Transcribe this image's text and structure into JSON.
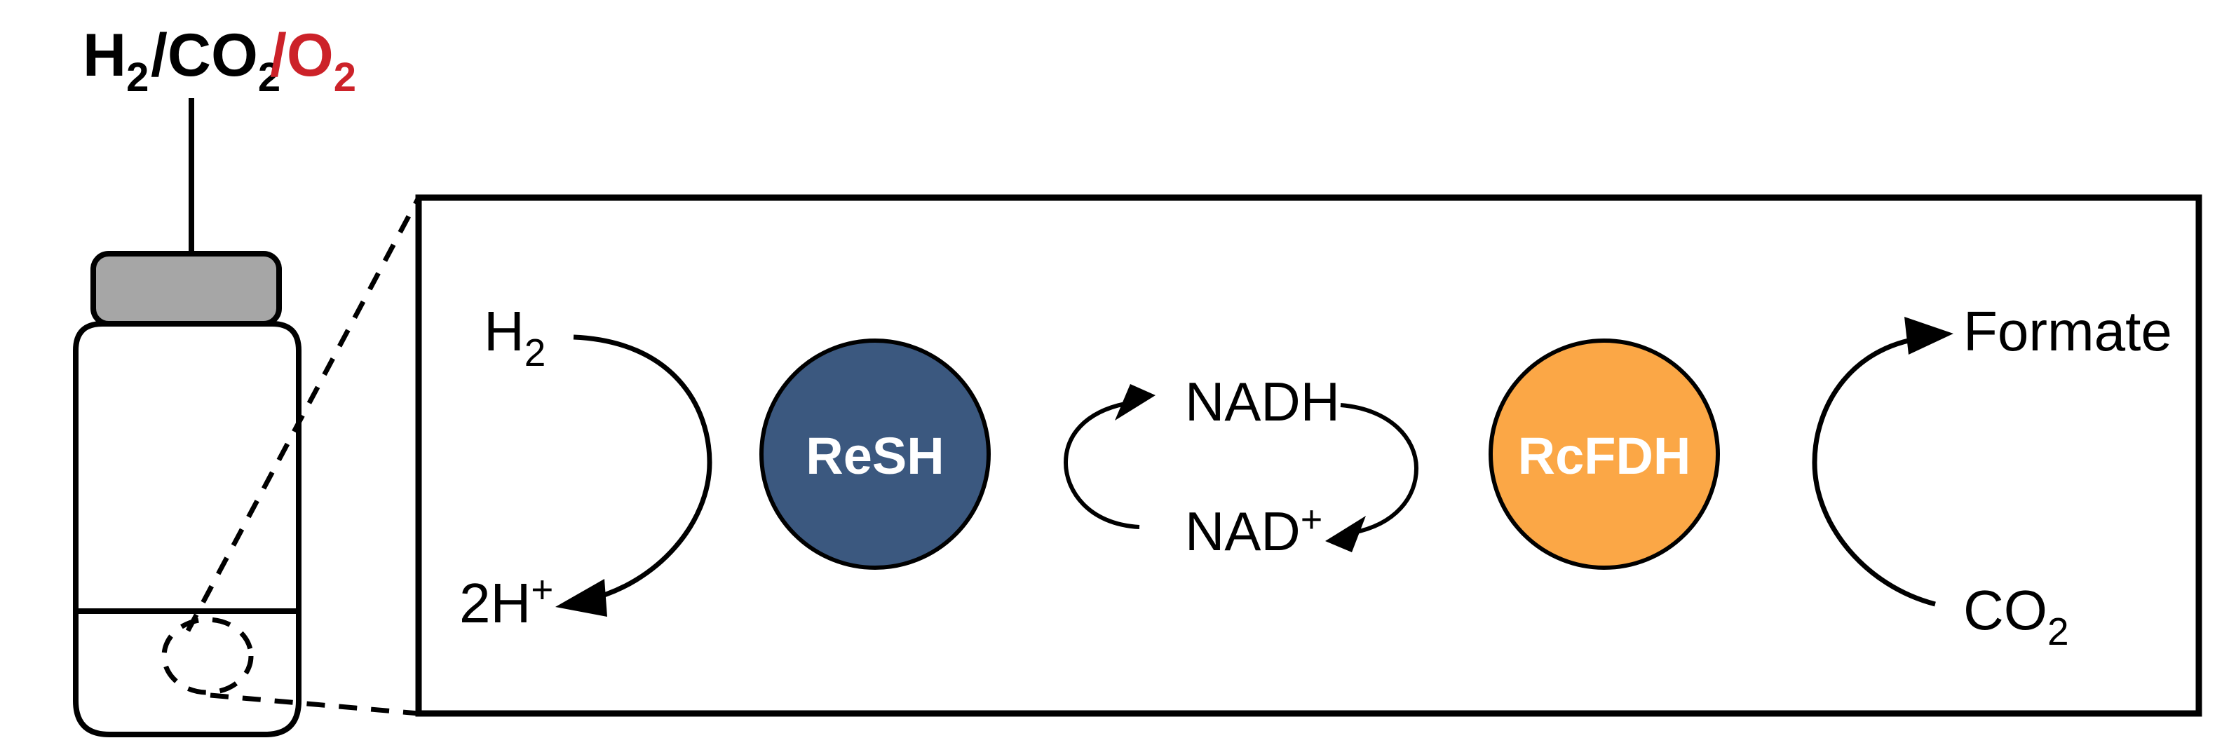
{
  "figure": {
    "title": "Whole-cell / enzymatic H2-driven CO2 reduction to formate",
    "background_color": "#ffffff"
  },
  "colors": {
    "resh_fill": "#3b587f",
    "rcfdh_fill": "#fba746",
    "cap_gray": "#a6a6a6",
    "red_accent": "#cc2229",
    "line_black": "#000000",
    "node_label": "#ffffff"
  },
  "gas_feed": {
    "label_parts": [
      {
        "text": "H",
        "color": "#000000",
        "sub": "2"
      },
      {
        "text": "/CO",
        "color": "#000000",
        "sub": "2"
      },
      {
        "text": "/O",
        "color": "#cc2229",
        "sub": "2"
      }
    ],
    "label_plain": "H2/CO2/O2",
    "arrow_direction": "down",
    "arrow_target": "vial-headspace"
  },
  "vial": {
    "name": "serum-vial",
    "cap_label": "crimp-cap",
    "liquid_label": "culture-medium",
    "zoom_marker": "dashed-circle-callout"
  },
  "panel": {
    "name": "zoom-panel",
    "border_color": "#000000"
  },
  "reactions": {
    "left_half": {
      "substrate": "H",
      "substrate_sub": "2",
      "product": "2H",
      "product_sup": "+",
      "enzyme": "ReSH",
      "arrow": "H2 to 2H+"
    },
    "cofactor_cycle": {
      "reduced": "NADH",
      "oxidized": "NAD",
      "oxidized_sup": "+",
      "arrow_up": "NAD+ to NADH",
      "arrow_down": "NADH to NAD+"
    },
    "right_half": {
      "substrate": "CO",
      "substrate_sub": "2",
      "product": "Formate",
      "enzyme": "RcFDH",
      "arrow": "CO2 to Formate"
    }
  },
  "nodes": [
    {
      "id": "resh",
      "label": "ReSH",
      "fill": "#3b587f",
      "role": "soluble-hydrogenase"
    },
    {
      "id": "rcfdh",
      "label": "RcFDH",
      "fill": "#fba746",
      "role": "formate-dehydrogenase"
    }
  ],
  "labels": {
    "h2": "H",
    "h2_sub": "2",
    "two_h_plus": "2H",
    "two_h_plus_sup": "+",
    "nadh": "NADH",
    "nad": "NAD",
    "nad_sup": "+",
    "formate": "Formate",
    "co2": "CO",
    "co2_sub": "2",
    "resh": "ReSH",
    "rcfdh": "RcFDH"
  }
}
